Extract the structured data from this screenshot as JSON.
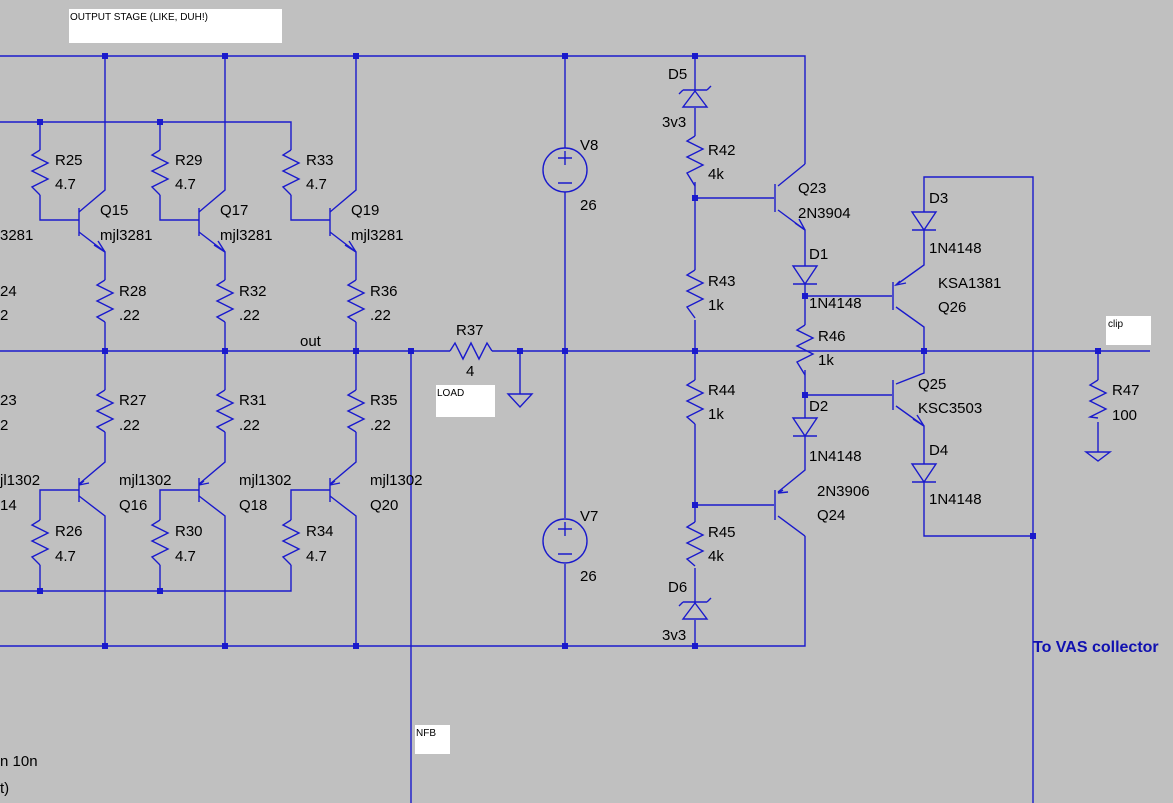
{
  "title_box": "OUTPUT STAGE (LIKE, DUH!)",
  "net_labels": {
    "out": "out",
    "load": "LOAD",
    "nfb": "NFB",
    "clip": "clip",
    "vas": "To VAS collector"
  },
  "resistors": {
    "R25": [
      "R25",
      "4.7"
    ],
    "R29": [
      "R29",
      "4.7"
    ],
    "R33": [
      "R33",
      "4.7"
    ],
    "R28": [
      "R28",
      ".22"
    ],
    "R32": [
      "R32",
      ".22"
    ],
    "R36": [
      "R36",
      ".22"
    ],
    "R27": [
      "R27",
      ".22"
    ],
    "R31": [
      "R31",
      ".22"
    ],
    "R35": [
      "R35",
      ".22"
    ],
    "R26": [
      "R26",
      "4.7"
    ],
    "R30": [
      "R30",
      "4.7"
    ],
    "R34": [
      "R34",
      "4.7"
    ],
    "R37": [
      "R37",
      "4"
    ],
    "R42": [
      "R42",
      "4k"
    ],
    "R43": [
      "R43",
      "1k"
    ],
    "R44": [
      "R44",
      "1k"
    ],
    "R45": [
      "R45",
      "4k"
    ],
    "R46": [
      "R46",
      "1k"
    ],
    "R47": [
      "R47",
      "100"
    ]
  },
  "transistors": {
    "Q15": [
      "Q15",
      "mjl3281"
    ],
    "Q17": [
      "Q17",
      "mjl3281"
    ],
    "Q19": [
      "Q19",
      "mjl3281"
    ],
    "Q16": [
      "Q16",
      "mjl1302"
    ],
    "Q18": [
      "Q18",
      "mjl1302"
    ],
    "Q20": [
      "Q20",
      "mjl1302"
    ],
    "Q23": [
      "Q23",
      "2N3904"
    ],
    "Q24": [
      "Q24",
      "2N3906"
    ],
    "Q26": [
      "Q26",
      "KSA1381"
    ],
    "Q25": [
      "Q25",
      "KSC3503"
    ]
  },
  "diodes": {
    "D5": [
      "D5",
      "3v3"
    ],
    "D6": [
      "D6",
      "3v3"
    ],
    "D1": [
      "D1",
      "1N4148"
    ],
    "D2": [
      "D2",
      "1N4148"
    ],
    "D3": [
      "D3",
      "1N4148"
    ],
    "D4": [
      "D4",
      "1N4148"
    ]
  },
  "sources": {
    "V8": [
      "V8",
      "26"
    ],
    "V7": [
      "V7",
      "26"
    ]
  },
  "edge_fragments": [
    "3281",
    "24",
    "2",
    "23",
    "2",
    "jl1302",
    "14",
    "mjl1302",
    "n 10n",
    "t)"
  ]
}
